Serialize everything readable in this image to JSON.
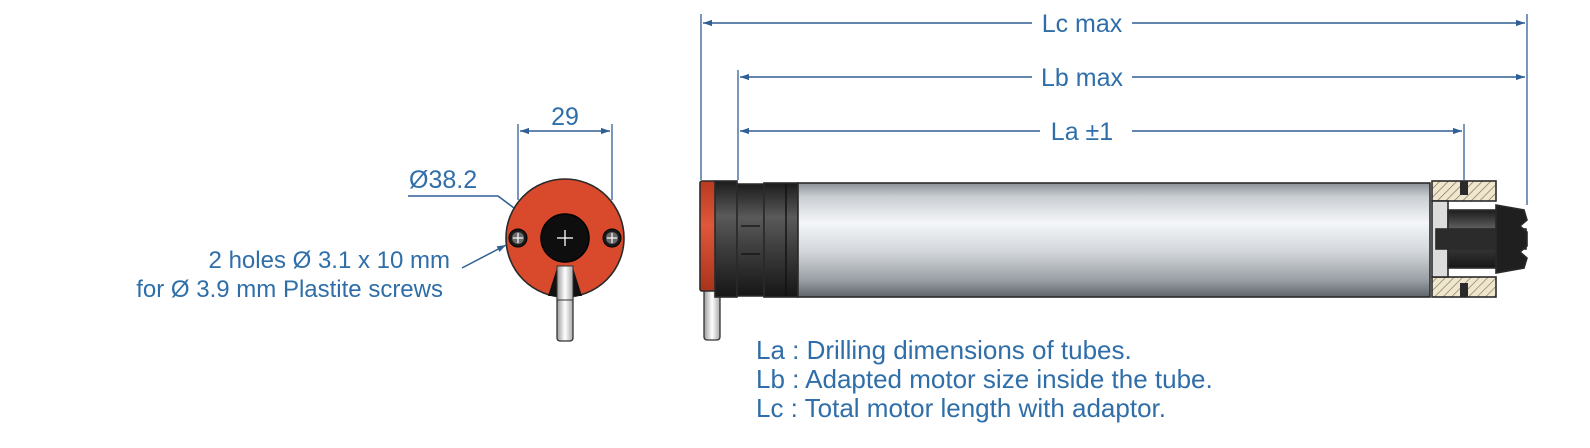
{
  "dimensions": {
    "end_width": "29",
    "end_diameter": "Ø38.2",
    "lc": "Lc max",
    "lb": "Lb max",
    "la": "La ±1"
  },
  "notes": {
    "holes_line1": "2 holes Ø 3.1 x 10 mm",
    "holes_line2": "for Ø 3.9 mm Plastite screws"
  },
  "legend": {
    "la": "La : Drilling dimensions of tubes.",
    "lb": "Lb : Adapted motor size inside the tube.",
    "lc": "Lc : Total motor length with adaptor."
  },
  "colors": {
    "dimension_blue": "#2f6ea8",
    "motor_head_red": "#d84a2b",
    "tube_gray": "#c9ced3",
    "dark_part": "#3a3a3a"
  }
}
